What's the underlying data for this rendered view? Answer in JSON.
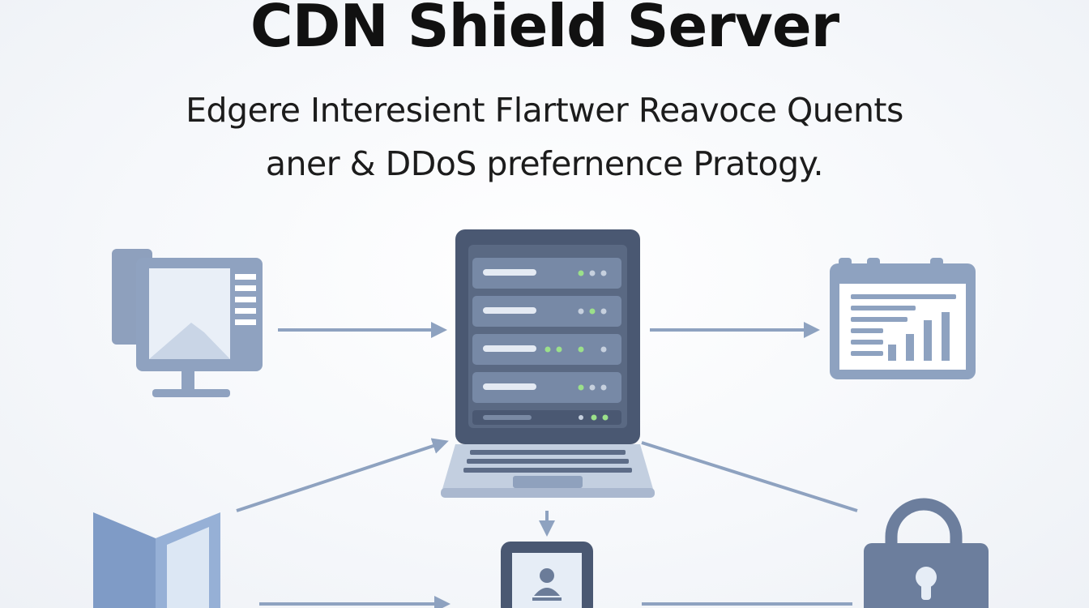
{
  "title": "CDN Shield Server",
  "subtitle": {
    "line1": "Edgere Interesient Flartwer Reavoce Quents",
    "line2": "aner & DDoS prefernence Pratogy."
  },
  "colors": {
    "icon_primary": "#7f93b5",
    "icon_light": "#e6edf6",
    "server_dark": "#4a5872",
    "server_body": "#8496b4",
    "led_green": "#9be08a",
    "arrow": "#8ea2c0",
    "title": "#111111"
  },
  "icons": {
    "left_top": "desktop-computer-icon",
    "center": "cdn-server-laptop-icon",
    "right_top": "analytics-dashboard-icon",
    "left_bottom": "folder-document-icon",
    "bottom_center": "user-device-icon",
    "right_bottom": "padlock-security-icon"
  }
}
